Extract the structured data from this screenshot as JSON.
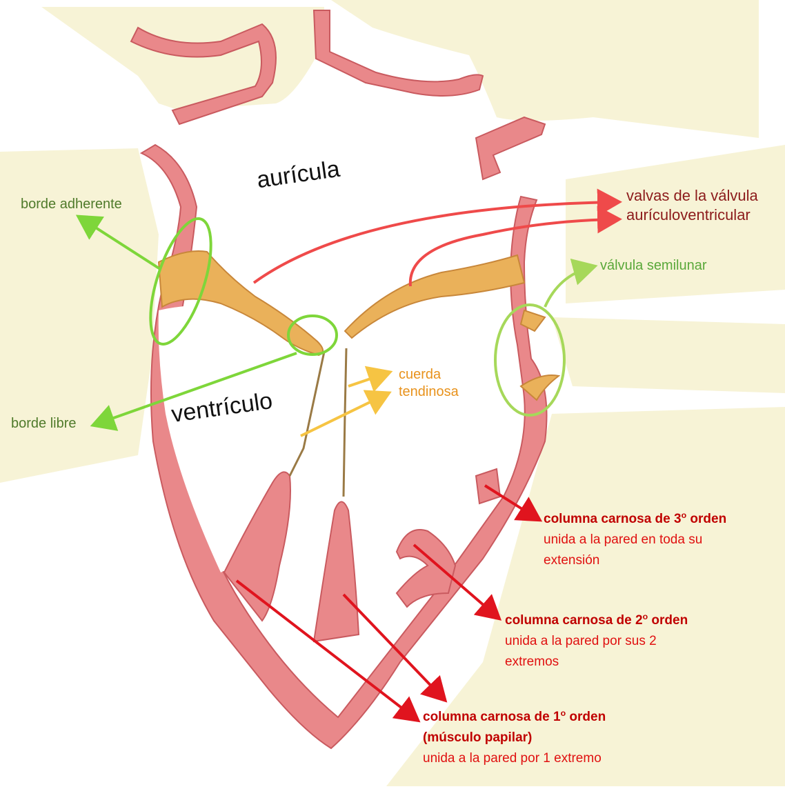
{
  "labels": {
    "auricula": "aurícula",
    "ventriculo": "ventrículo",
    "borde_adherente": "borde adherente",
    "borde_libre": "borde libre",
    "valvas_line1": "valvas de la válvula",
    "valvas_line2": "aurículoventricular",
    "valvula_semilunar": "válvula semilunar",
    "cuerda_line1": "cuerda",
    "cuerda_line2": "tendinosa",
    "col3_title_a": "columna carnosa de 3",
    "col3_title_sup": "o",
    "col3_title_b": " orden",
    "col3_desc_line1": "unida a la pared en toda su",
    "col3_desc_line2": "extensión",
    "col2_title_a": "columna carnosa de 2",
    "col2_title_sup": "o",
    "col2_title_b": " orden",
    "col2_desc_line1": "unida a la pared por sus 2",
    "col2_desc_line2": "extremos",
    "col1_title_a": "columna carnosa de 1",
    "col1_title_sup": "o",
    "col1_title_b": " orden",
    "col1_title_line2": "(músculo papilar)",
    "col1_desc": "unida a la pared por 1 extremo"
  },
  "colors": {
    "background_beige": "#f7f3d6",
    "heart_wall": "#e9888a",
    "wall_outline": "#c95a5f",
    "valve_orange": "#eab15a",
    "arrow_red": "#ef4a4a",
    "arrow_darkred": "#e0141e",
    "arrow_green": "#7ed63a",
    "arrow_lightgreen": "#a6d85a",
    "arrow_yellow": "#f6c443"
  }
}
